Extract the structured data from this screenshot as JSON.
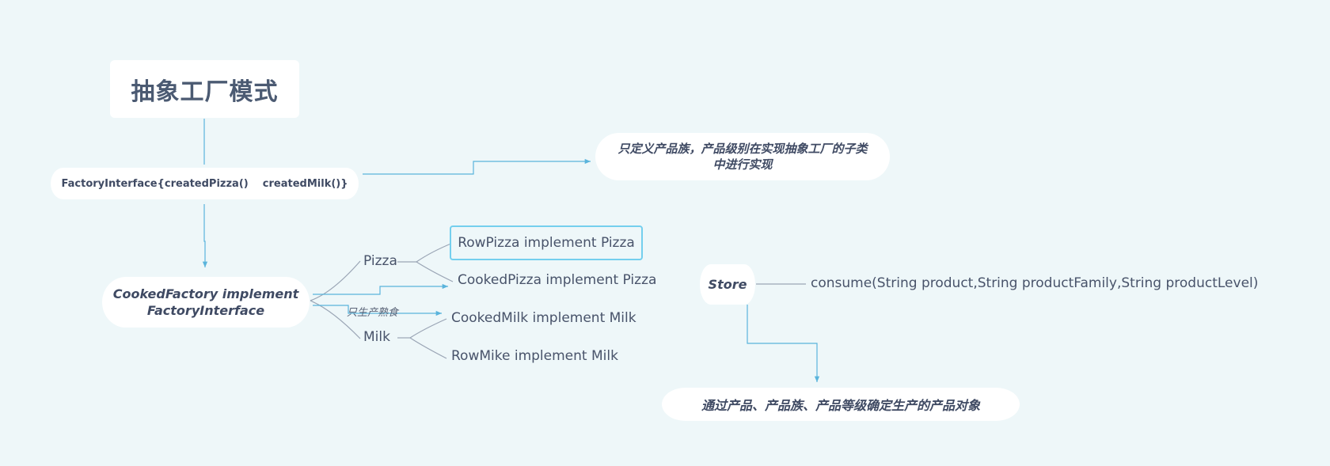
{
  "root": {
    "title": "抽象工厂模式"
  },
  "factory_interface": {
    "text": "FactoryInterface{createdPizza()    createdMilk()}"
  },
  "note_product_family": {
    "line1": "只定义产品族，产品级别在实现抽象工厂的子类",
    "line2": "中进行实现"
  },
  "cooked_factory": {
    "line1": "CookedFactory implement",
    "line2": "FactoryInterface"
  },
  "branches": {
    "pizza": {
      "label": "Pizza",
      "children": [
        "RowPizza implement Pizza",
        "CookedPizza implement Pizza"
      ]
    },
    "milk": {
      "label": "Milk",
      "children": [
        "CookedMilk implement Milk",
        "RowMike implement Milk"
      ]
    },
    "edge_label": "只生产熟食"
  },
  "store": {
    "label": "Store",
    "method": "consume(String product,String productFamily,String productLevel)"
  },
  "note_store": {
    "text": "通过产品、产品族、产品等级确定生产的产品对象"
  },
  "colors": {
    "background": "#eef7f9",
    "line_blue": "#5ab4dc",
    "line_gray": "#9aa5b5",
    "text": "#3f4a63",
    "highlight": "#74cfee"
  }
}
